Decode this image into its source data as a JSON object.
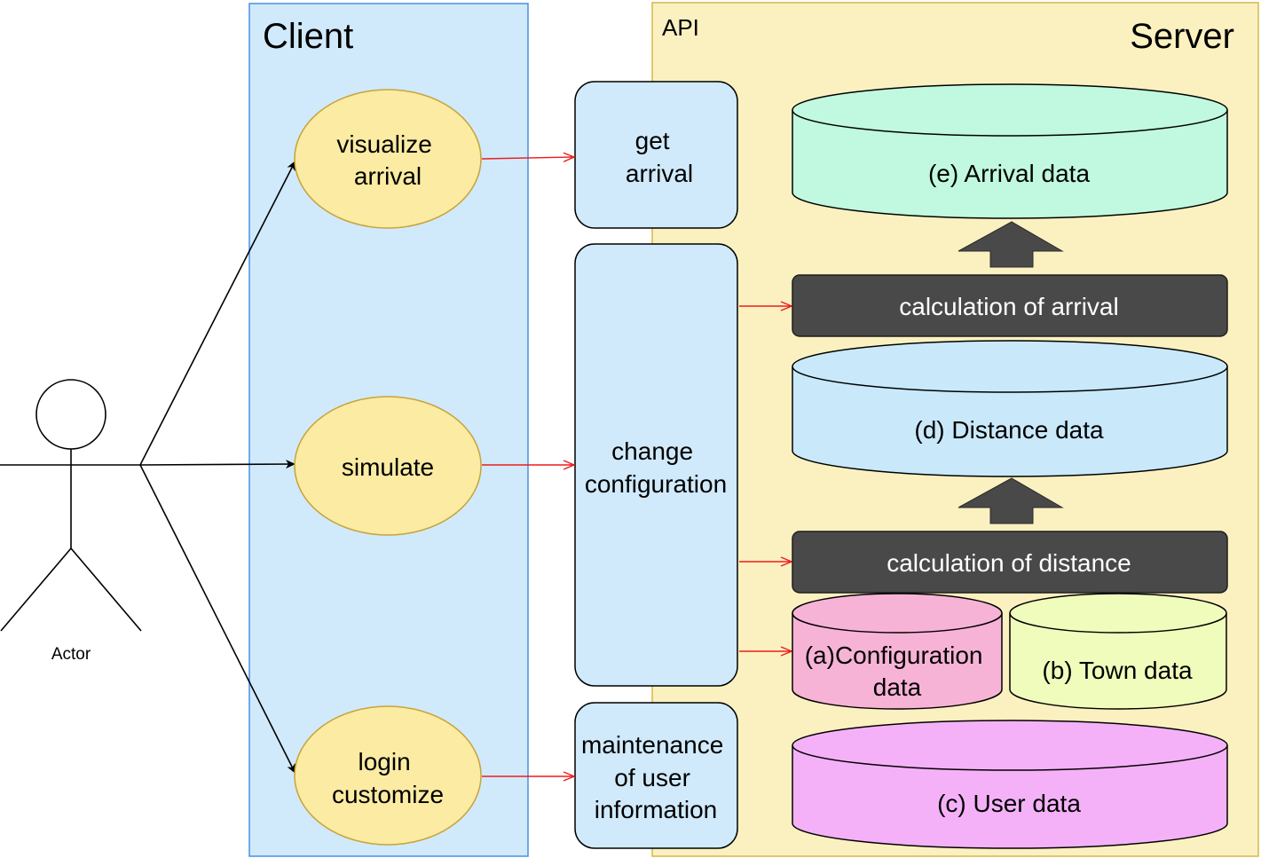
{
  "actor": {
    "label": "Actor"
  },
  "client": {
    "title": "Client",
    "use_cases": {
      "visualize": [
        "visualize",
        "arrival"
      ],
      "simulate": [
        "simulate"
      ],
      "login": [
        "login",
        "customize"
      ]
    }
  },
  "server": {
    "title": "Server",
    "api_label": "API",
    "api": {
      "get_arrival": [
        "get",
        "arrival"
      ],
      "change_config": [
        "change",
        "configuration"
      ],
      "maintenance": [
        "maintenance",
        "of user",
        "information"
      ]
    },
    "stores": {
      "arrival": "(e) Arrival data",
      "distance": "(d) Distance data",
      "config": [
        "(a)Configuration",
        "data"
      ],
      "town": "(b) Town data",
      "user": "(c) User data"
    },
    "processes": {
      "calc_arrival": "calculation of arrival",
      "calc_distance": "calculation of distance"
    }
  },
  "colors": {
    "client_fill": "#d0eafb",
    "client_stroke": "#4a8fe0",
    "server_fill": "#fbf1c0",
    "server_stroke": "#d4b94a",
    "usecase_fill": "#fbeba3",
    "usecase_stroke": "#c8a43a",
    "api_fill": "#d0eafb",
    "process_fill": "#494949",
    "arrival_fill": "#c0f9df",
    "distance_fill": "#c9e9fb",
    "config_fill": "#f7b3d6",
    "town_fill": "#f0fcbc",
    "user_fill": "#f4b1f8",
    "red_arrow": "#ee1c1c",
    "block_arrow": "#494949"
  }
}
